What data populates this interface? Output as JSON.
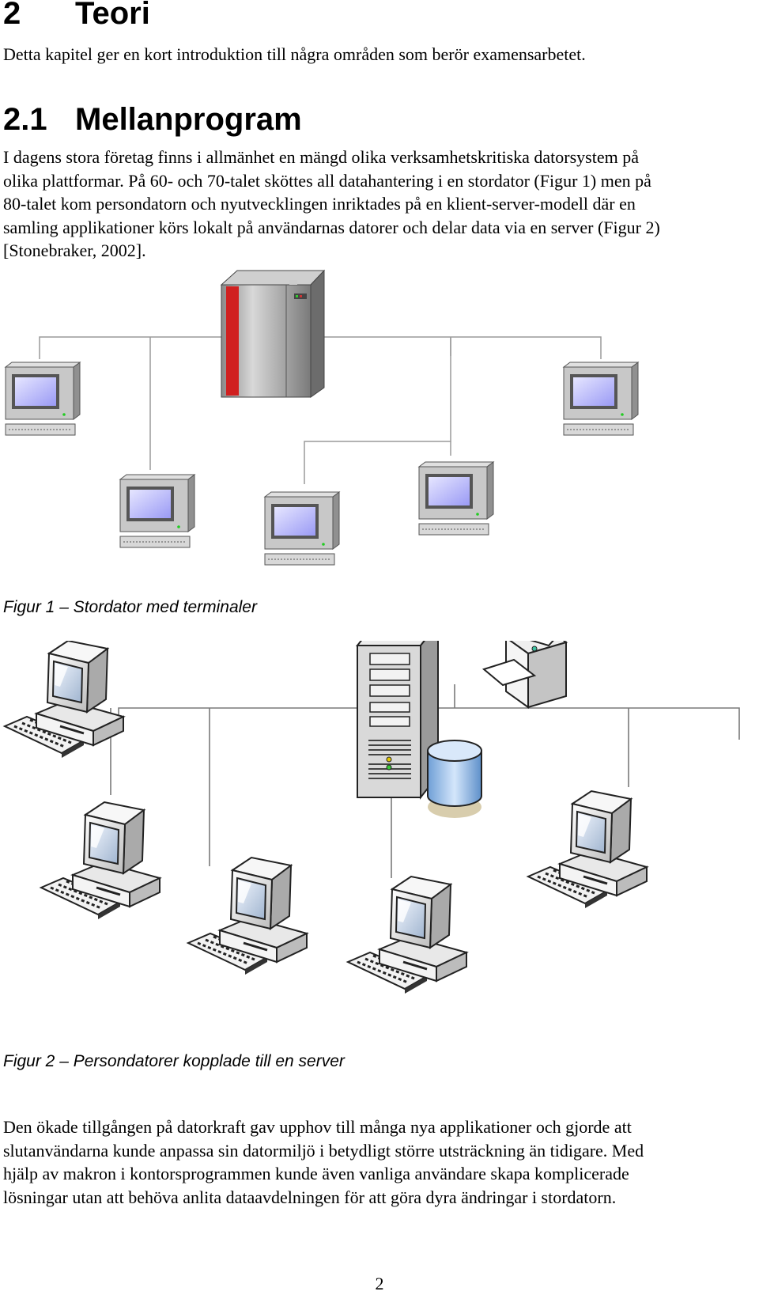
{
  "section": {
    "number": "2",
    "title": "Teori"
  },
  "intro": "Detta kapitel ger en kort introduktion till några områden som berör examensarbetet.",
  "subsection": {
    "number": "2.1",
    "title": "Mellanprogram"
  },
  "paragraph1": [
    "I dagens stora företag finns i allmänhet en mängd olika verksamhetskritiska datorsystem på",
    "olika plattformar. På 60- och 70-talet sköttes all datahantering i en stordator (Figur 1) men på",
    "80-talet kom persondatorn och nyutvecklingen inriktades på en klient-server-modell där en",
    "samling applikationer körs lokalt på användarnas datorer och delar data via en server (Figur 2)",
    "[Stonebraker, 2002]."
  ],
  "figure1_caption": "Figur 1 – Stordator med terminaler",
  "figure2_caption": "Figur 2 – Persondatorer kopplade till en server",
  "paragraph2": [
    "Den ökade tillgången på datorkraft gav upphov till många nya applikationer och gjorde att",
    "slutanvändarna kunde anpassa sin datormiljö i betydligt större utsträckning än tidigare. Med",
    "hjälp av makron i kontorsprogrammen kunde även vanliga användare skapa komplicerade",
    "lösningar utan att behöva anlita dataavdelningen för att göra dyra ändringar i stordatorn."
  ],
  "page_number": "2"
}
